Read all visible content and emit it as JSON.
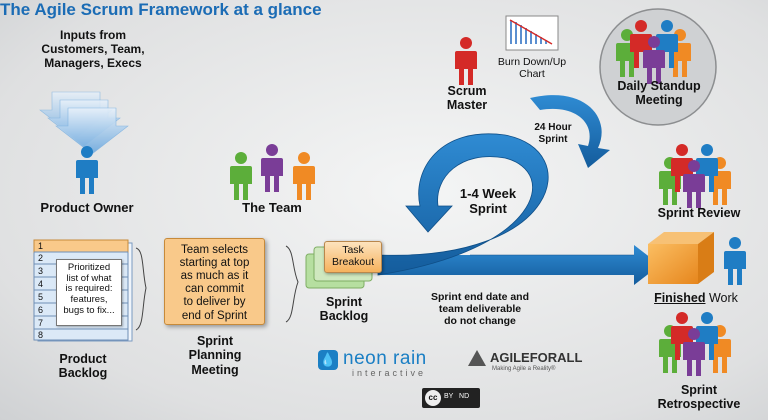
{
  "title": "The Agile Scrum Framework at a glance",
  "inputs": [
    "Inputs from",
    "Customers, Team,",
    "Managers, Execs"
  ],
  "product_owner": "Product Owner",
  "the_team": "The Team",
  "scrum_master": [
    "Scrum",
    "Master"
  ],
  "burndown": [
    "Burn Down/Up",
    "Chart"
  ],
  "daily_standup": [
    "Daily Standup",
    "Meeting"
  ],
  "hour_sprint": [
    "24 Hour",
    "Sprint"
  ],
  "week_sprint": [
    "1-4 Week",
    "Sprint"
  ],
  "sprint_review": "Sprint Review",
  "finished_work": {
    "underlined": "Finished",
    "rest": " Work"
  },
  "sprint_retrospective": [
    "Sprint",
    "Retrospective"
  ],
  "product_backlog": {
    "label": [
      "Product",
      "Backlog"
    ],
    "rows": [
      "1",
      "2",
      "3",
      "4",
      "5",
      "6",
      "7",
      "8"
    ],
    "note": [
      "Prioritized",
      "list of what",
      "is required:",
      "features,",
      "bugs to fix..."
    ]
  },
  "sprint_planning": {
    "label": [
      "Sprint",
      "Planning",
      "Meeting"
    ],
    "note": [
      "Team selects",
      "starting at top",
      "as much as it",
      "can commit",
      "to deliver by",
      "end of Sprint"
    ]
  },
  "sprint_backlog": {
    "label": [
      "Sprint",
      "Backlog"
    ],
    "card": [
      "Task",
      "Breakout"
    ]
  },
  "sprint_end_note": [
    "Sprint end date and",
    "team deliverable",
    "do not change"
  ],
  "logos": {
    "neon_rain": "neon rain",
    "neon_rain_sub": "interactive",
    "agile_for_all": "AGILEFORALL",
    "agile_for_all_sub": "Making Agile a Reality®",
    "cc": "cc",
    "cc_badges": "BY   ND"
  },
  "colors": {
    "title_blue": "#1b6cb5",
    "arrow_blue": "#1e78c2",
    "person_blue": "#1f7dc4",
    "person_red": "#d42a27",
    "person_green": "#5cae3a",
    "person_purple": "#7a3d97",
    "person_orange": "#f08a24",
    "orange_box": "#f4a23c",
    "backlog_blue": "#dbe9f7",
    "backlog_orange": "#f9c98a"
  }
}
